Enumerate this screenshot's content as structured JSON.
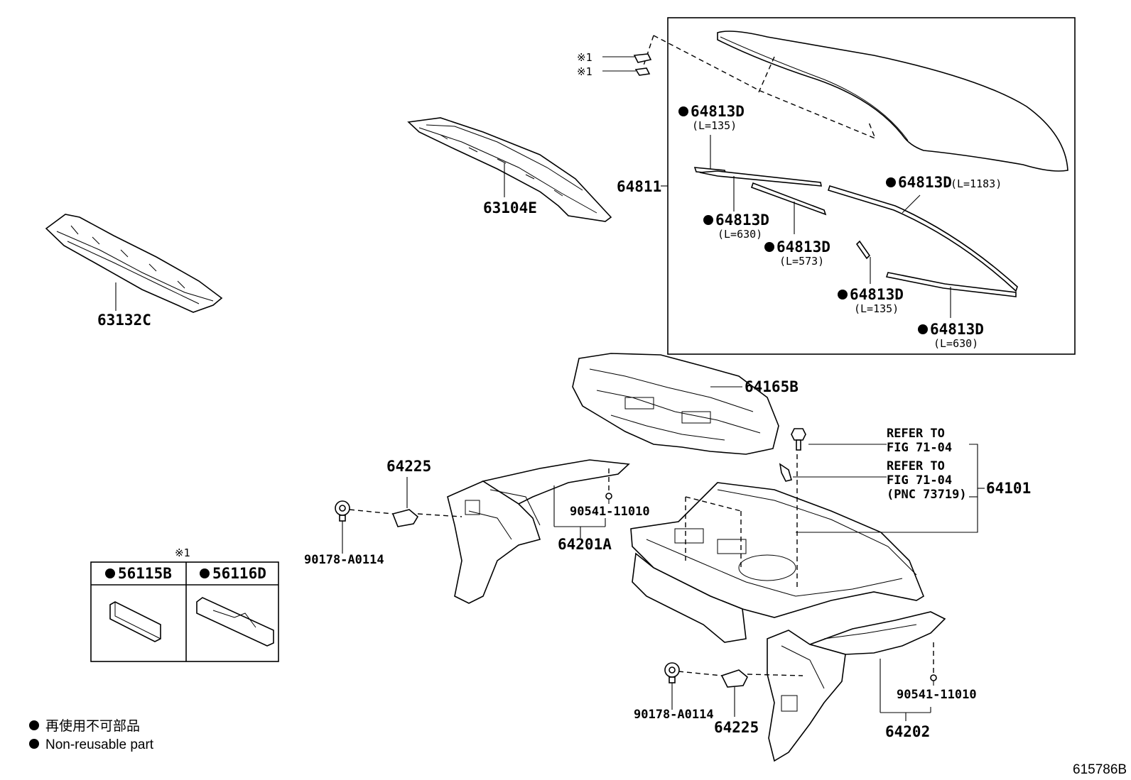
{
  "labels": {
    "p63132C": "63132C",
    "p63104E": "63104E",
    "p64811": "64811",
    "p64165B": "64165B",
    "p64225_top": "64225",
    "p64225_bottom": "64225",
    "p90178_top": "90178-A0114",
    "p90178_bottom": "90178-A0114",
    "p90541_top": "90541-11010",
    "p90541_bottom": "90541-11010",
    "p64201A": "64201A",
    "p64202": "64202",
    "p64101": "64101",
    "p56115B": "56115B",
    "p56116D": "56116D",
    "note1_a": "※1",
    "note1_b": "※1",
    "note1_box": "※1"
  },
  "moldings": [
    {
      "part": "64813D",
      "length": "(L=135)"
    },
    {
      "part": "64813D",
      "length": "(L=1183)"
    },
    {
      "part": "64813D",
      "length": "(L=630)"
    },
    {
      "part": "64813D",
      "length": "(L=573)"
    },
    {
      "part": "64813D",
      "length": "(L=135)"
    },
    {
      "part": "64813D",
      "length": "(L=630)"
    }
  ],
  "refer1": [
    "REFER TO",
    "FIG 71-04"
  ],
  "refer2": [
    "REFER TO",
    "FIG 71-04",
    "(PNC 73719)"
  ],
  "legend": {
    "jp": "再使用不可部品",
    "en": "Non-reusable part"
  },
  "diagram_id": "615786B"
}
